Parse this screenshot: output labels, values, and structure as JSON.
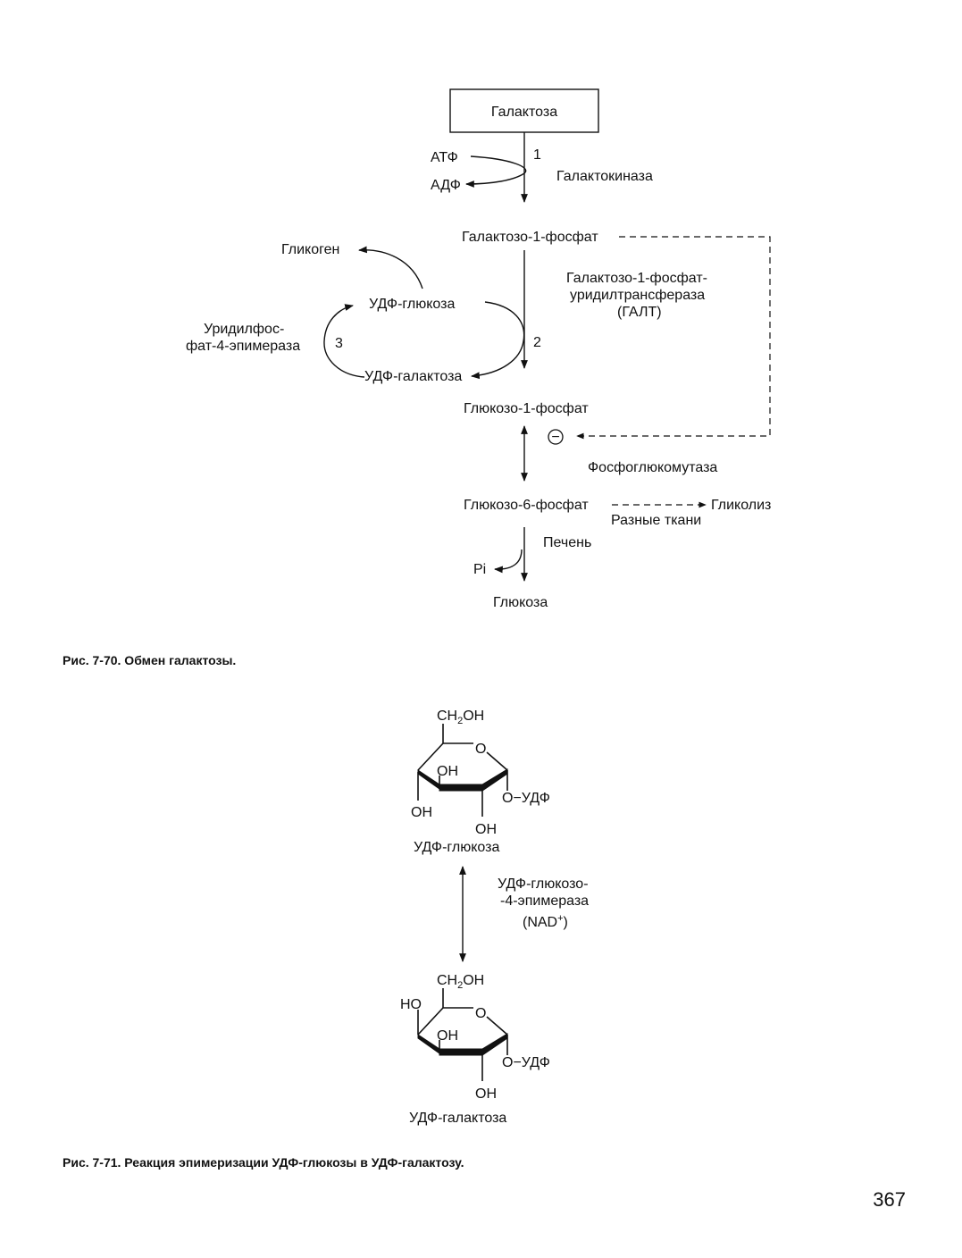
{
  "figure_7_70": {
    "galactose_box": "Галактоза",
    "atp": "АТФ",
    "adp": "АДФ",
    "step1": "1",
    "galactokinase": "Галактокиназа",
    "galactose_1_phosphate": "Галактозо-1-фосфат",
    "glycogen": "Гликоген",
    "udp_glucose": "УДФ-глюкоза",
    "galt_line1": "Галактозо-1-фосфат-",
    "galt_line2": "уридилтрансфераза",
    "galt_line3": "(ГАЛТ)",
    "epimerase_line1": "Уридилфос-",
    "epimerase_line2": "фат-4-эпимераза",
    "step3": "3",
    "step2": "2",
    "udp_galactose": "УДФ-галактоза",
    "glucose_1_phosphate": "Глюкозо-1-фосфат",
    "inhibition_sign": "−",
    "phosphoglucomutase": "Фосфоглюкомутаза",
    "glucose_6_phosphate": "Глюкозо-6-фосфат",
    "glycolysis": "Гликолиз",
    "various_tissues": "Разные ткани",
    "liver": "Печень",
    "pi": "Pi",
    "glucose": "Глюкоза",
    "caption": "Рис. 7-70. Обмен галактозы."
  },
  "figure_7_71": {
    "top": {
      "ch2oh_ch": "CH",
      "ch2oh_sub": "2",
      "ch2oh_oh": "OH",
      "ring_o": "O",
      "oh_c3": "OH",
      "oh_c4": "OH",
      "o_udp": "O−УДФ",
      "oh_c2": "OH",
      "name": "УДФ-глюкоза"
    },
    "enzyme_line1": "УДФ-глюкозо-",
    "enzyme_line2": "-4-эпимераза",
    "cofactor_base": "(NAD",
    "cofactor_sup": "+",
    "cofactor_close": ")",
    "bottom": {
      "ch2oh_ch": "CH",
      "ch2oh_sub": "2",
      "ch2oh_oh": "OH",
      "ho_c4": "HO",
      "ring_o": "O",
      "oh_c3": "OH",
      "o_udp": "O−УДФ",
      "oh_c2": "OH",
      "name": "УДФ-галактоза"
    },
    "caption": "Рис. 7-71. Реакция эпимеризации УДФ-глюкозы в УДФ-галактозу."
  },
  "page_number": "367"
}
